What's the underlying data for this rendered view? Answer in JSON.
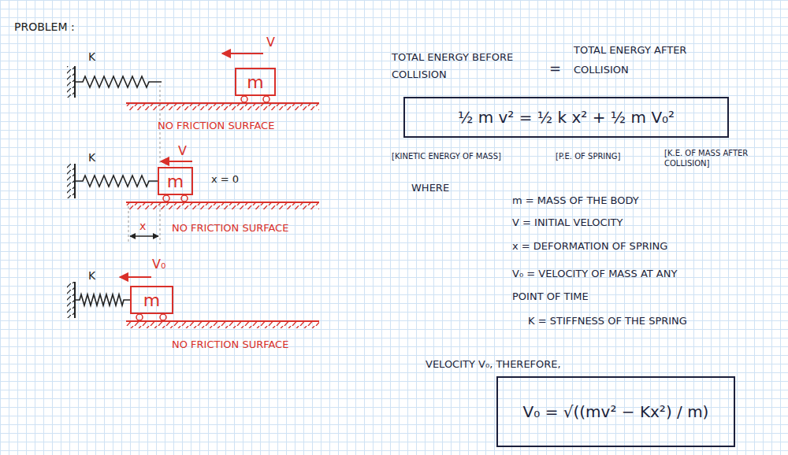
{
  "diagram": {
    "nodes": [
      {
        "text": [
          "m"
        ]
      },
      {
        "text": [
          "m"
        ]
      },
      {
        "text": [
          "m"
        ]
      },
      {
        "text": [
          "½ m v² = ½ k x² + ½ m V₀²"
        ]
      },
      {
        "text": [
          "V₀ = √((mv² − Kx²) / m)"
        ]
      }
    ],
    "labels": [
      "PROBLEM :",
      "K",
      "V",
      "NO FRICTION SURFACE",
      "K",
      "V",
      "x = 0",
      "x",
      "NO FRICTION SURFACE",
      "K",
      "V₀",
      "NO FRICTION SURFACE",
      "TOTAL ENERGY BEFORE COLLISION",
      "=",
      "TOTAL ENERGY AFTER COLLISION",
      "[KINETIC ENERGY OF MASS]",
      "[P.E. OF SPRING]",
      "[K.E. OF MASS AFTER COLLISION]",
      "WHERE",
      "m = MASS OF THE BODY",
      "V = INITIAL VELOCITY",
      "x = DEFORMATION OF SPRING",
      "V₀ = VELOCITY OF MASS AT ANY POINT OF TIME",
      "K = STIFFNESS OF THE SPRING",
      "VELOCITY V₀, THEREFORE,"
    ]
  }
}
